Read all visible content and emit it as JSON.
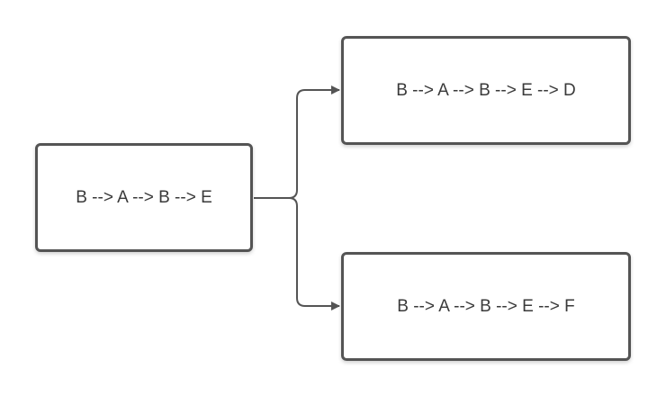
{
  "nodes": {
    "root": {
      "label": "B --> A --> B --> E"
    },
    "top": {
      "label": "B --> A --> B --> E --> D"
    },
    "bottom": {
      "label": "B --> A --> B --> E --> F"
    }
  },
  "colors": {
    "border": "#545454",
    "connector": "#545454",
    "text": "#3a3a3a",
    "background": "#ffffff"
  }
}
